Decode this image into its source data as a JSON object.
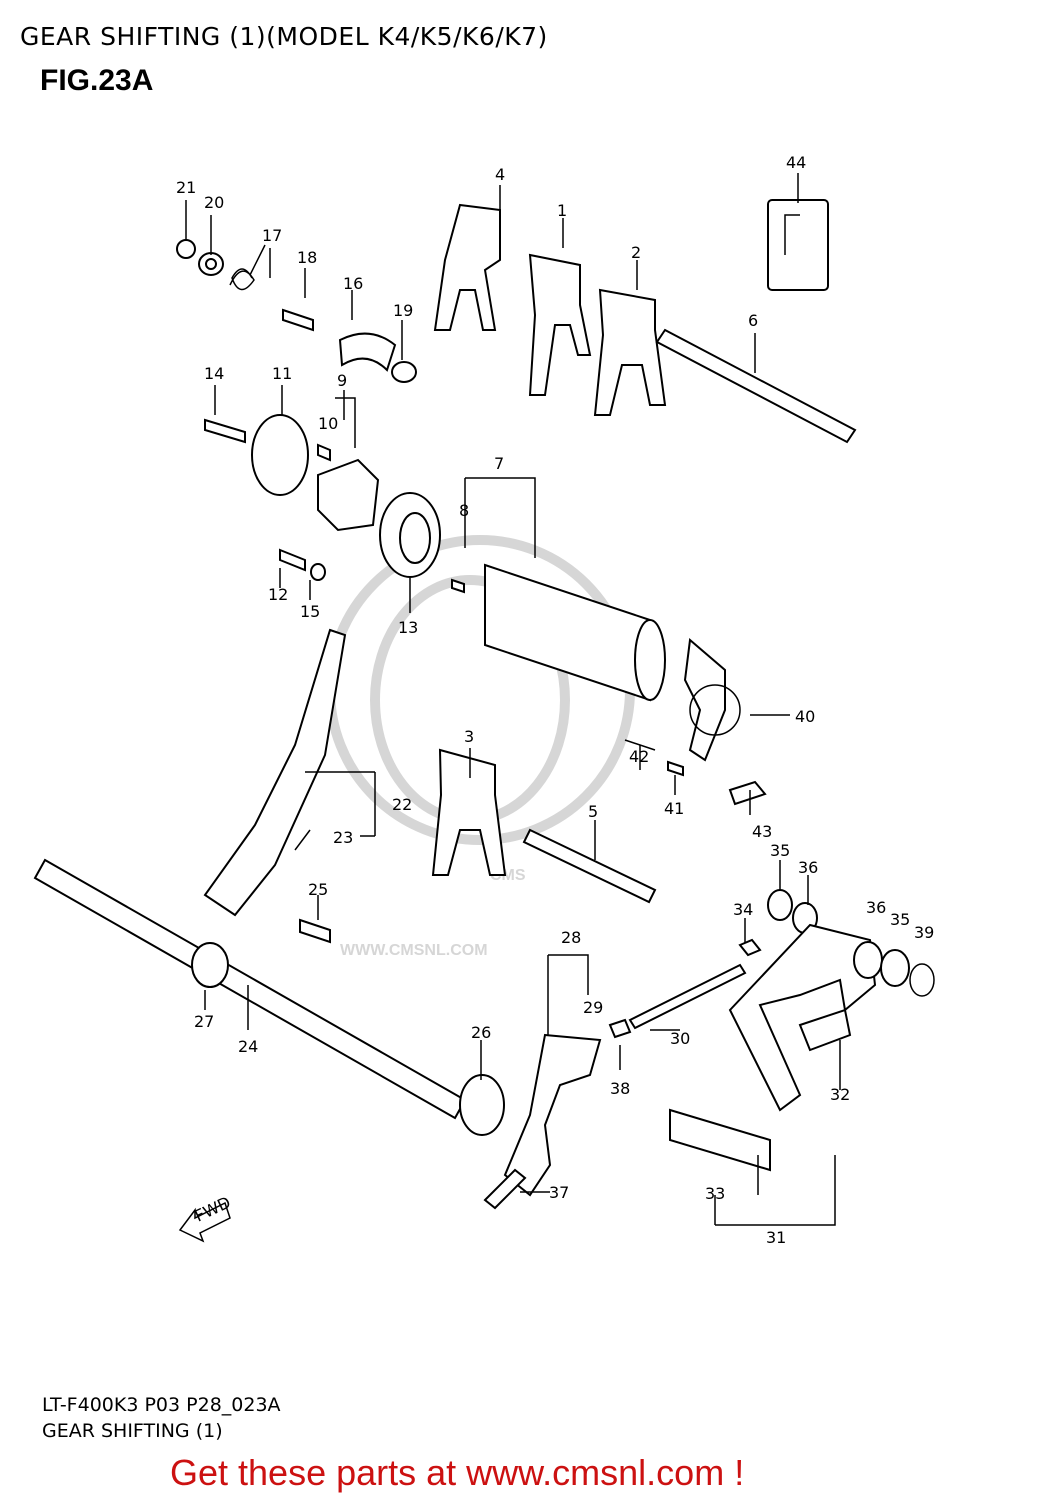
{
  "header": {
    "title": "GEAR SHIFTING (1)(MODEL K4/K5/K6/K7)",
    "figure": "FIG.23A"
  },
  "callouts": [
    "21",
    "20",
    "17",
    "18",
    "16",
    "19",
    "4",
    "1",
    "2",
    "6",
    "44",
    "14",
    "11",
    "9",
    "10",
    "7",
    "8",
    "13",
    "12",
    "15",
    "40",
    "42",
    "41",
    "43",
    "3",
    "22",
    "23",
    "5",
    "35",
    "36",
    "25",
    "34",
    "36",
    "35",
    "39",
    "28",
    "29",
    "30",
    "27",
    "24",
    "26",
    "38",
    "32",
    "37",
    "33",
    "31"
  ],
  "watermark": {
    "brand": "CMS",
    "url": "WWW.CMSNL.COM"
  },
  "direction_badge": "FWD",
  "footer": {
    "code": "LT-F400K3 P03 P28_023A",
    "title": "GEAR SHIFTING (1)",
    "promo": "Get these parts at www.cmsnl.com !",
    "promo_color": "#cc1111"
  }
}
